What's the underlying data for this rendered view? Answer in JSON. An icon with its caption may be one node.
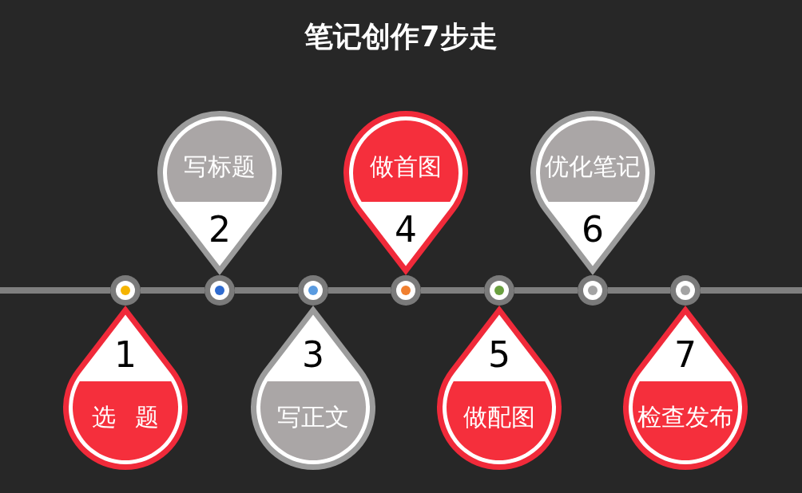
{
  "diagram": {
    "title": "笔记创作7步走",
    "nodes": [
      {
        "text": [
          "1",
          "选 题"
        ]
      },
      {
        "text": [
          "写标题",
          "2"
        ]
      },
      {
        "text": [
          "3",
          "写正文"
        ]
      },
      {
        "text": [
          "做首图",
          "4"
        ]
      },
      {
        "text": [
          "5",
          "做配图"
        ]
      },
      {
        "text": [
          "优化笔记",
          "6"
        ]
      },
      {
        "text": [
          "7",
          "检查发布"
        ]
      },
      {
        "text": [],
        "shape": "circle"
      },
      {
        "text": [],
        "shape": "circle"
      },
      {
        "text": [],
        "shape": "circle"
      },
      {
        "text": [],
        "shape": "circle"
      },
      {
        "text": [],
        "shape": "circle"
      },
      {
        "text": [],
        "shape": "circle"
      },
      {
        "text": [],
        "shape": "circle"
      }
    ],
    "edges": [
      {
        "from": 7,
        "to": 8,
        "arrow": "none"
      },
      {
        "from": 8,
        "to": 9,
        "arrow": "none"
      },
      {
        "from": 9,
        "to": 10,
        "arrow": "none"
      },
      {
        "from": 10,
        "to": 11,
        "arrow": "none"
      },
      {
        "from": 11,
        "to": 12,
        "arrow": "none"
      },
      {
        "from": 12,
        "to": 13,
        "arrow": "none"
      }
    ]
  }
}
